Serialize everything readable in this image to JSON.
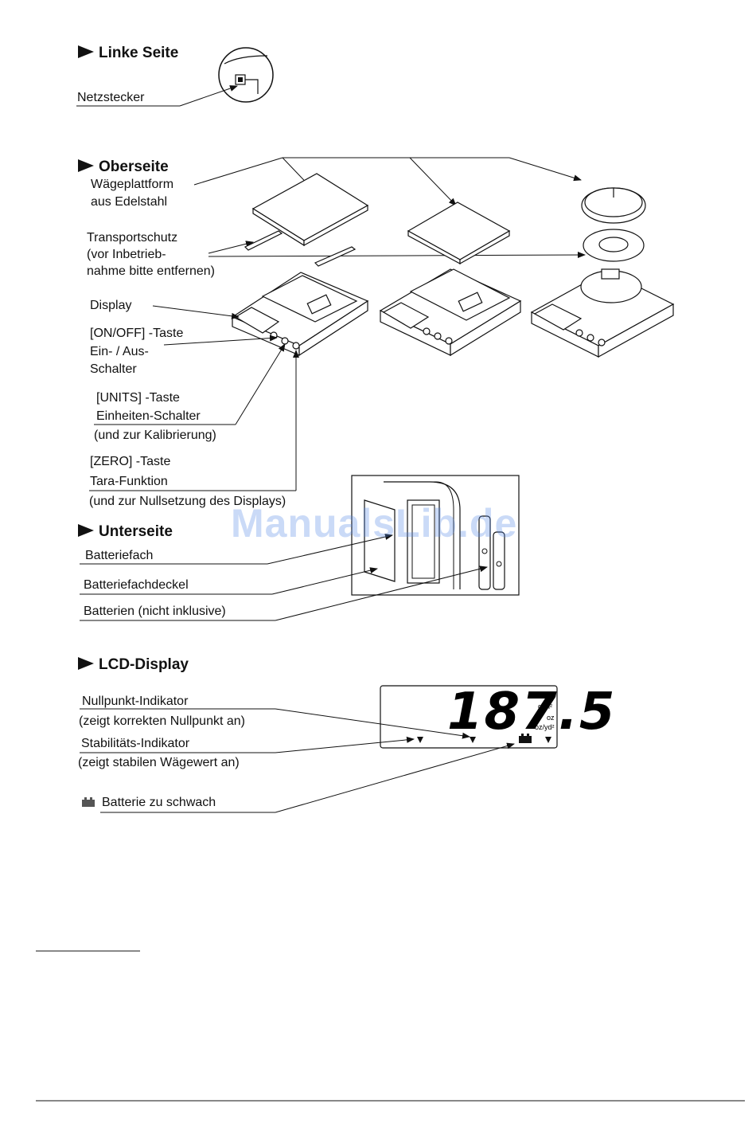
{
  "sections": {
    "left": {
      "title": "Linke Seite",
      "power_plug": "Netzstecker"
    },
    "top": {
      "title": "Oberseite",
      "platform_1": "Wägeplattform",
      "platform_2": "aus Edelstahl",
      "transport_1": "Transportschutz",
      "transport_2": "(vor Inbetrieb-",
      "transport_3": "nahme bitte entfernen)",
      "display": "Display",
      "onoff_1": "[ON/OFF] -Taste",
      "onoff_2": "Ein- / Aus-",
      "onoff_3": "Schalter",
      "units_1": "[UNITS] -Taste",
      "units_2": "Einheiten-Schalter",
      "units_3": "(und zur Kalibrierung)",
      "zero_1": "[ZERO] -Taste",
      "zero_2": "Tara-Funktion",
      "zero_3": "(und zur Nullsetzung des Displays)"
    },
    "bottom": {
      "title": "Unterseite",
      "battery_compartment": "Batteriefach",
      "battery_cover": "Batteriefachdeckel",
      "batteries": "Batterien (nicht inklusive)"
    },
    "lcd": {
      "title": "LCD-Display",
      "zero_indicator_1": "Nullpunkt-Indikator",
      "zero_indicator_2": "(zeigt korrekten Nullpunkt an)",
      "stability_1": "Stabilitäts-Indikator",
      "stability_2": "(zeigt stabilen Wägewert an)",
      "battery_low": "Batterie zu schwach",
      "reading": "187.5",
      "unit_g": "g",
      "unit_gm2": "g/m²",
      "unit_oz": "oz",
      "unit_ozyd2": "oz/yd²"
    }
  },
  "watermark": "ManualsLib.de"
}
